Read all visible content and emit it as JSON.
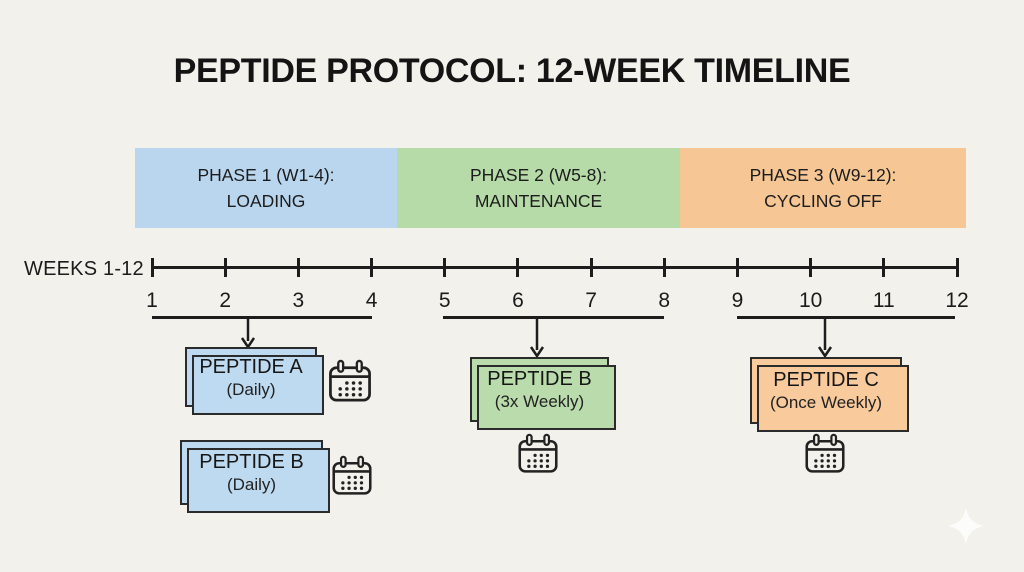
{
  "title": "PEPTIDE PROTOCOL: 12-WEEK TIMELINE",
  "colors": {
    "background": "#f2f1eb",
    "ink": "#1d1d1d",
    "phase_blue": "#b9d6ee",
    "phase_green": "#b6daa8",
    "phase_orange": "#f6c795",
    "card_blue": "#bedaf1",
    "card_green": "#badcad",
    "card_orange": "#f8ca9c"
  },
  "phases": [
    {
      "line1": "PHASE 1 (W1-4):",
      "line2": "LOADING",
      "color": "#b9d6ee",
      "weeks": "1-4"
    },
    {
      "line1": "PHASE 2 (W5-8):",
      "line2": "MAINTENANCE",
      "color": "#b6daa8",
      "weeks": "5-8"
    },
    {
      "line1": "PHASE 3 (W9-12):",
      "line2": "CYCLING OFF",
      "color": "#f6c795",
      "weeks": "9-12"
    }
  ],
  "timeline": {
    "label": "WEEKS 1-12",
    "weeks": [
      "1",
      "2",
      "3",
      "4",
      "5",
      "6",
      "7",
      "8",
      "9",
      "10",
      "11",
      "12"
    ]
  },
  "peptides": [
    {
      "name": "PEPTIDE A",
      "frequency": "(Daily)",
      "color": "#bedaf1",
      "phase_weeks": "1-4",
      "icon": "calendar-icon"
    },
    {
      "name": "PEPTIDE B",
      "frequency": "(Daily)",
      "color": "#bedaf1",
      "phase_weeks": "1-4",
      "icon": "calendar-icon"
    },
    {
      "name": "PEPTIDE B",
      "frequency": "(3x Weekly)",
      "color": "#badcad",
      "phase_weeks": "5-8",
      "icon": "calendar-icon"
    },
    {
      "name": "PEPTIDE C",
      "frequency": "(Once Weekly)",
      "color": "#f8ca9c",
      "phase_weeks": "9-12",
      "icon": "calendar-icon"
    }
  ],
  "decoration": {
    "icon": "sparkle-icon"
  }
}
